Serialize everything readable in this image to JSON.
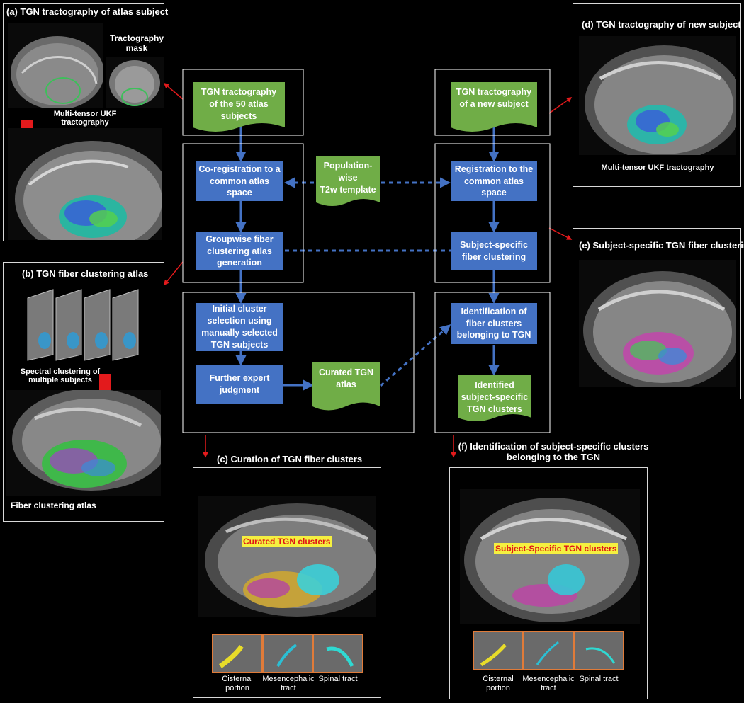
{
  "panels": {
    "a": {
      "title": "(a) TGN tractography of atlas subject",
      "mask_label": "Tractography\nmask",
      "method_label": "Multi-tensor UKF\ntractography"
    },
    "b": {
      "title": "(b) TGN fiber clustering atlas",
      "spectral_label": "Spectral clustering of\nmultiple subjects",
      "atlas_label": "Fiber clustering atlas"
    },
    "c": {
      "title": "(c) Curation of TGN fiber clusters",
      "highlight": "Curated TGN clusters",
      "thumbs": [
        "Cisternal\nportion",
        "Mesencephalic\ntract",
        "Spinal tract"
      ]
    },
    "d": {
      "title": "(d) TGN tractography of new subject",
      "method_label": "Multi-tensor UKF tractography"
    },
    "e": {
      "title": "(e) Subject-specific TGN fiber clustering"
    },
    "f": {
      "title": "(f) Identification of subject-specific clusters\nbelonging to the TGN",
      "highlight": "Subject-Specific TGN clusters",
      "thumbs": [
        "Cisternal\nportion",
        "Mesencephalic\ntract",
        "Spinal tract"
      ]
    }
  },
  "flow": {
    "left_input": "TGN tractography\nof the 50 atlas\nsubjects",
    "coreg": "Co-registration to a\ncommon atlas\nspace",
    "groupwise": "Groupwise fiber\nclustering atlas\ngeneration",
    "initial": "Initial cluster\nselection using\nmanually selected\nTGN subjects",
    "expert": "Further expert\njudgment",
    "curated": "Curated TGN\natlas",
    "template": "Population-wise\nT2w template",
    "right_input": "TGN tractography\nof a new subject",
    "registration": "Registration to the\ncommon atlas\nspace",
    "subject_clust": "Subject-specific\nfiber clustering",
    "identification": "Identification of\nfiber clusters\nbelonging to TGN",
    "identified": "Identified\nsubject-specific\nTGN clusters"
  },
  "colors": {
    "process": "#4472c4",
    "document": "#70ad47",
    "arrow": "#4472c4",
    "pointer": "#e31a1c",
    "highlight": "#f5f040"
  }
}
